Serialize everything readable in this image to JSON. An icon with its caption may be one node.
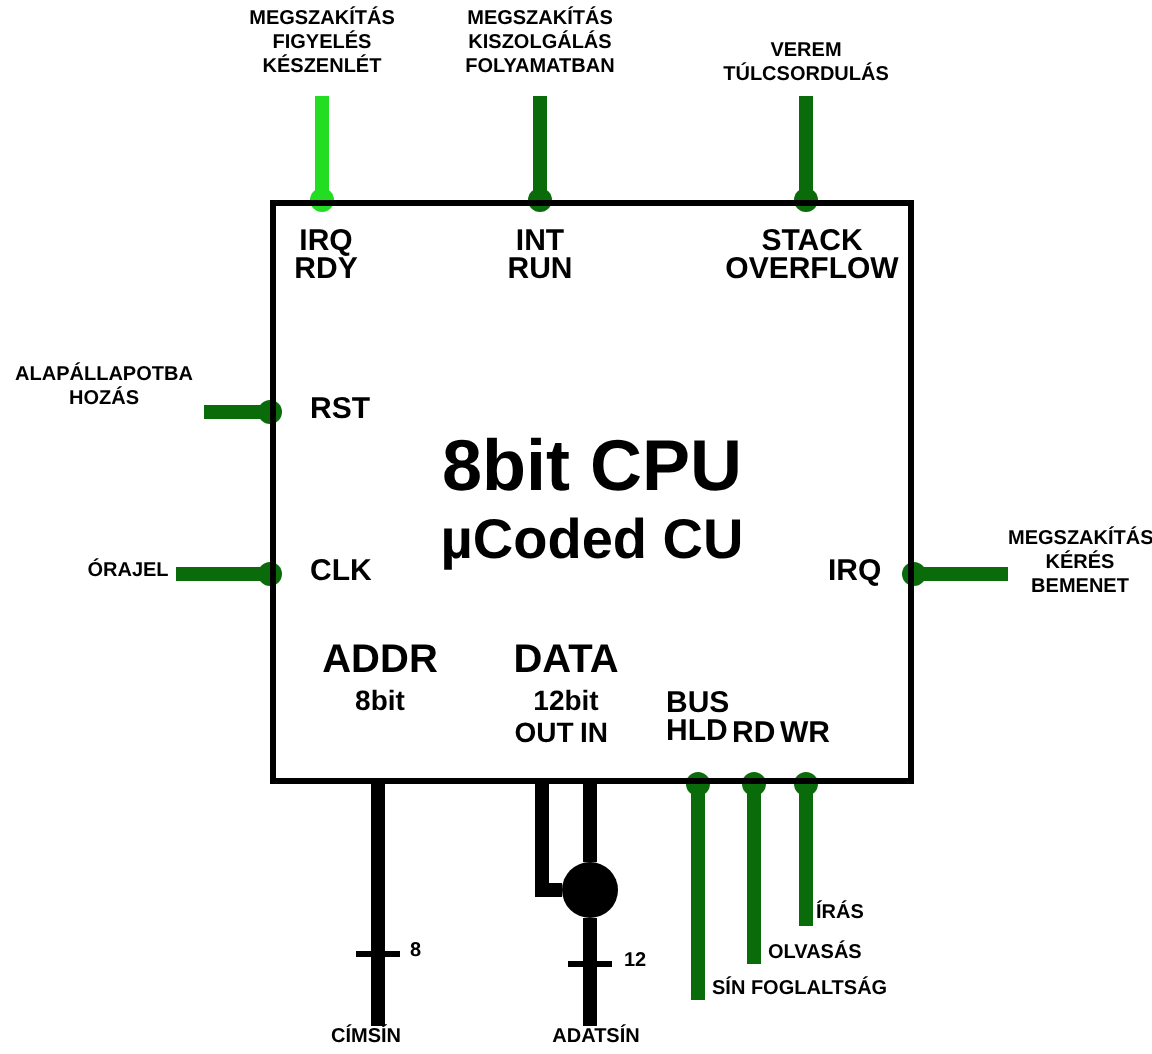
{
  "diagram": {
    "nodes": [
      {
        "text": [
          "8bit CPU",
          "µCoded CU"
        ]
      },
      {
        "text": [
          "MEGSZAKÍTÁS FIGYELÉS KÉSZENLÉT"
        ]
      },
      {
        "text": [
          "MEGSZAKÍTÁS KISZOLGÁLÁS FOLYAMATBAN"
        ]
      },
      {
        "text": [
          "VEREM TÚLCSORDULÁS"
        ]
      },
      {
        "text": [
          "ALAPÁLLAPOTBA HOZÁS"
        ]
      },
      {
        "text": [
          "ÓRAJEL"
        ]
      },
      {
        "text": [
          "MEGSZAKÍTÁS KÉRÉS BEMENET"
        ]
      },
      {
        "text": [],
        "shape": "circle"
      },
      {
        "text": [
          "ÍRÁS"
        ]
      },
      {
        "text": [
          "OLVASÁS"
        ]
      },
      {
        "text": [
          "SÍN FOGLALTSÁG"
        ]
      },
      {
        "text": [
          "CÍMSÍN"
        ]
      },
      {
        "text": [
          "ADATSÍN"
        ]
      }
    ],
    "edges": [
      {
        "from": 0,
        "to": 1,
        "arrow": "other",
        "color": "#22dd22"
      },
      {
        "from": 0,
        "to": 2,
        "arrow": "other"
      },
      {
        "from": 0,
        "to": 3,
        "arrow": "other"
      },
      {
        "from": 0,
        "to": 4,
        "arrow": "other"
      },
      {
        "from": 0,
        "to": 5,
        "arrow": "other"
      },
      {
        "from": 0,
        "to": 6,
        "arrow": "other"
      },
      {
        "from": 0,
        "to": 11,
        "arrow": "none",
        "color": "#000000"
      },
      {
        "from": 0,
        "to": 7,
        "arrow": "none",
        "color": "#000000"
      },
      {
        "from": 0,
        "to": 7,
        "arrow": "none",
        "color": "#000000"
      },
      {
        "from": 7,
        "to": 12,
        "arrow": "none",
        "color": "#000000"
      },
      {
        "from": 0,
        "to": 10,
        "arrow": "other"
      },
      {
        "from": 0,
        "to": 9,
        "arrow": "other"
      },
      {
        "from": 0,
        "to": 8,
        "arrow": "other"
      }
    ],
    "labels": [
      "IRQ RDY",
      "INT RUN",
      "STACK OVERFLOW",
      "RST",
      "CLK",
      "IRQ",
      "ADDR",
      "8bit",
      "DATA",
      "12bit",
      "OUT",
      "IN",
      "BUS HLD",
      "RD",
      "WR",
      "8",
      "12"
    ]
  }
}
